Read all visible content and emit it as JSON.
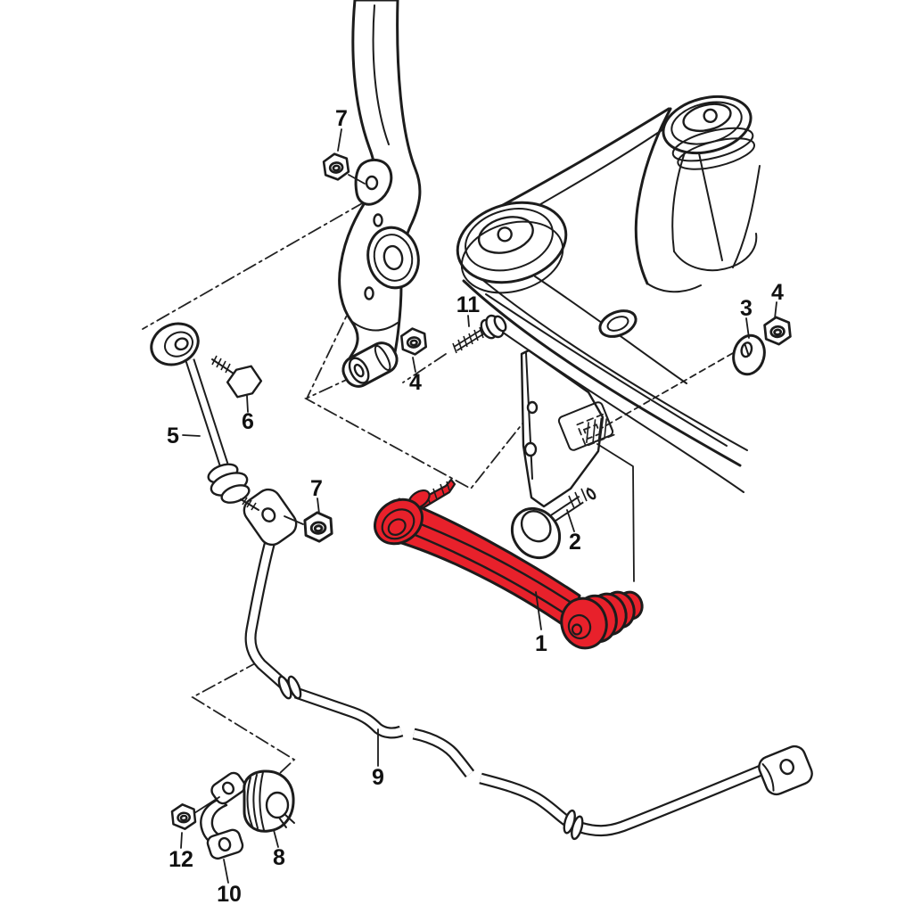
{
  "diagram": {
    "type": "exploded-parts-diagram",
    "subject": "rear-suspension-assembly",
    "highlight_color": "#e8212b",
    "line_color": "#1c1c1c",
    "background_color": "#ffffff",
    "callouts": [
      {
        "number": "1",
        "part": "track-control-rod-highlighted"
      },
      {
        "number": "2",
        "part": "flanged-bolt"
      },
      {
        "number": "3",
        "part": "eccentric-washer"
      },
      {
        "number": "4",
        "part": "hex-nut-front"
      },
      {
        "number": "4",
        "part": "hex-nut-rear"
      },
      {
        "number": "5",
        "part": "stabilizer-link"
      },
      {
        "number": "6",
        "part": "hex-bolt"
      },
      {
        "number": "7",
        "part": "hex-nut-upper"
      },
      {
        "number": "7",
        "part": "hex-nut-lower"
      },
      {
        "number": "8",
        "part": "stabilizer-bushing"
      },
      {
        "number": "9",
        "part": "stabilizer-bar"
      },
      {
        "number": "10",
        "part": "bushing-clamp"
      },
      {
        "number": "11",
        "part": "self-tapping-screw"
      },
      {
        "number": "12",
        "part": "hex-nut-clamp"
      }
    ]
  }
}
